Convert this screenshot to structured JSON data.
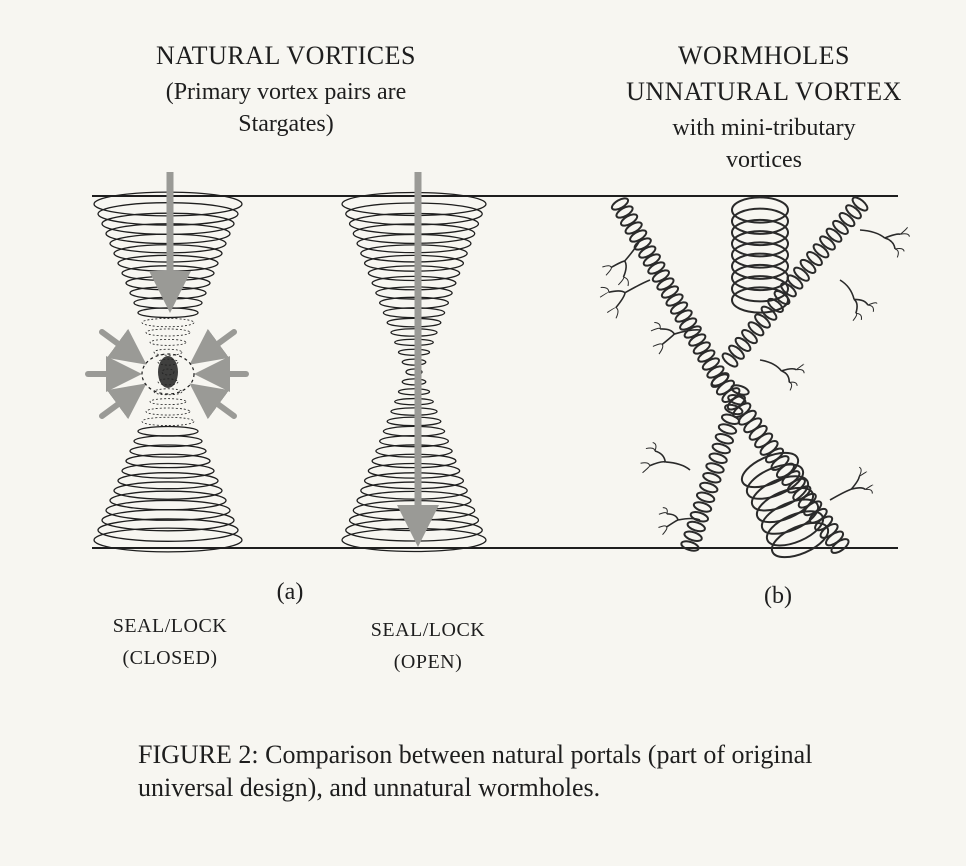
{
  "left_panel": {
    "title": "NATURAL VORTICES",
    "subtitle_line1": "(Primary vortex pairs are",
    "subtitle_line2": "Stargates)"
  },
  "right_panel": {
    "title_line1": "WORMHOLES",
    "title_line2": "UNNATURAL VORTEX",
    "title_line3": "with mini-tributary",
    "title_line4": "vortices"
  },
  "labels": {
    "a": "(a)",
    "b": "(b)",
    "seal_closed_line1": "SEAL/LOCK",
    "seal_closed_line2": "(CLOSED)",
    "seal_open_line1": "SEAL/LOCK",
    "seal_open_line2": "(OPEN)"
  },
  "caption": "FIGURE 2:  Comparison between natural portals (part of original universal design), and unnatural wormholes.",
  "colors": {
    "line": "#1e1e1e",
    "arrow": "#9a9a96",
    "background": "#f7f6f1"
  }
}
